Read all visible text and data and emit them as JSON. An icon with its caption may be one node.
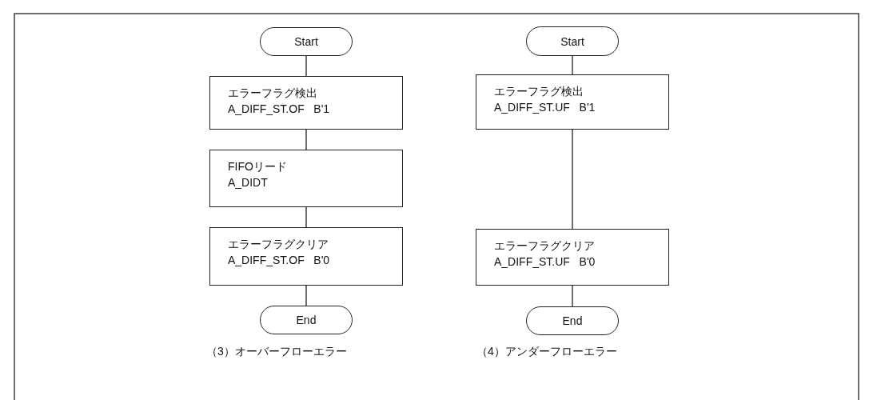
{
  "diagram": {
    "nodes": [
      {
        "text": [
          "Start"
        ]
      },
      {
        "text": [
          "エラーフラグ検出",
          "A_DIFF_ST.OF   B'1"
        ]
      },
      {
        "text": [
          "FIFOリード",
          "A_DIDT"
        ]
      },
      {
        "text": [
          "エラーフラグクリア",
          "A_DIFF_ST.OF   B'0"
        ]
      },
      {
        "text": [
          "End"
        ]
      },
      {
        "text": [
          "Start"
        ]
      },
      {
        "text": [
          "エラーフラグ検出",
          "A_DIFF_ST.UF   B'1"
        ]
      },
      {
        "text": [
          "エラーフラグクリア",
          "A_DIFF_ST.UF   B'0"
        ]
      },
      {
        "text": [
          "End"
        ]
      }
    ],
    "edges": [
      {
        "from": 0,
        "to": 1,
        "arrow": "none"
      },
      {
        "from": 1,
        "to": 2,
        "arrow": "none"
      },
      {
        "from": 2,
        "to": 3,
        "arrow": "none"
      },
      {
        "from": 3,
        "to": 4,
        "arrow": "none"
      },
      {
        "from": 5,
        "to": 6,
        "arrow": "none"
      },
      {
        "from": 6,
        "to": 7,
        "arrow": "none"
      },
      {
        "from": 7,
        "to": 8,
        "arrow": "none"
      }
    ],
    "labels": [
      "（3）オーバーフローエラー",
      "（4）アンダーフローエラー"
    ]
  }
}
